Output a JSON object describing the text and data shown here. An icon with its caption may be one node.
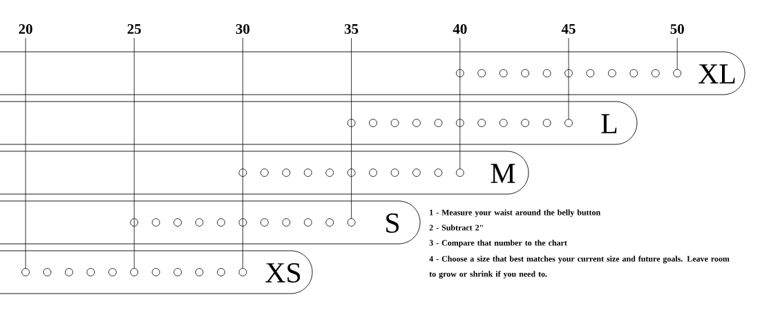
{
  "diagram": {
    "nodes": [
      {
        "text": [
          "XL"
        ]
      },
      {
        "text": [
          "L"
        ]
      },
      {
        "text": [
          "M"
        ]
      },
      {
        "text": [
          "S"
        ]
      },
      {
        "text": [
          "XS"
        ]
      }
    ],
    "labels": [
      "20",
      "25",
      "30",
      "35",
      "40",
      "45",
      "50",
      "1 - Measure your waist around the belly button",
      "2 - Subtract 2\"",
      "3 - Compare that number to the chart",
      "4 - Choose a size that best matches your current size and future goals. Leave room to grow or shrink if you need to."
    ]
  }
}
